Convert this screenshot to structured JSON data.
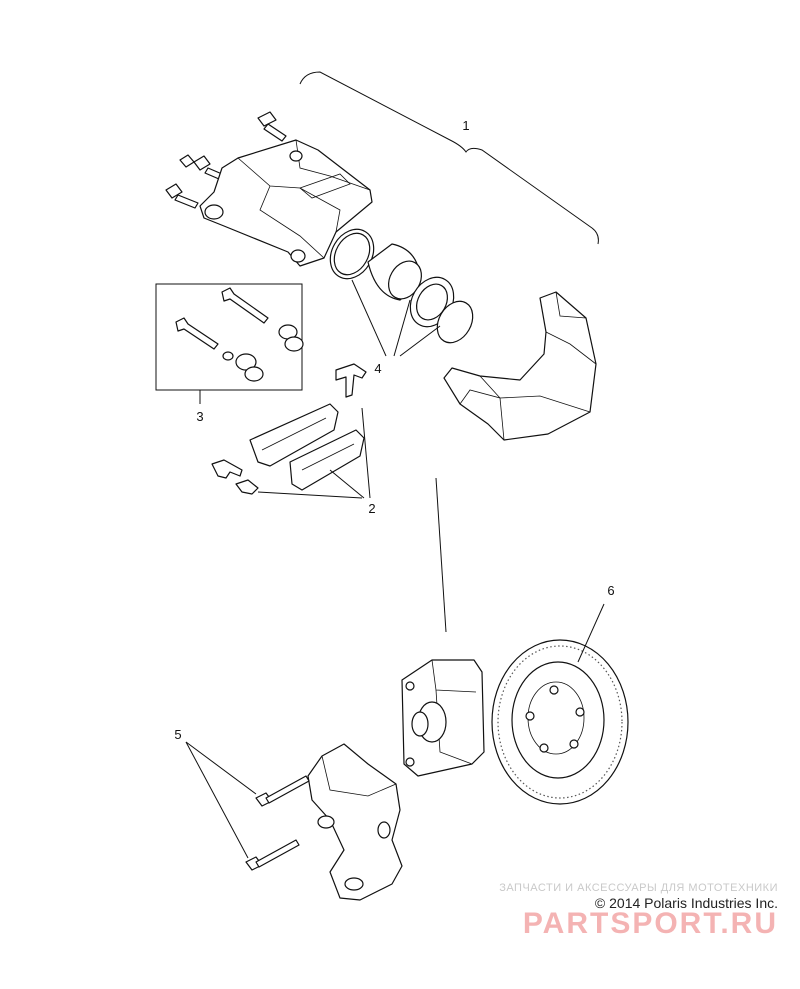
{
  "diagram": {
    "callouts": [
      "1",
      "2",
      "3",
      "4",
      "5",
      "6"
    ]
  },
  "footer": {
    "watermark_top": "ЗАПЧАСТИ И АКСЕССУАРЫ ДЛЯ МОТОТЕХНИКИ",
    "copyright": "© 2014 Polaris Industries Inc.",
    "watermark_site": "PARTSPORT.RU"
  }
}
